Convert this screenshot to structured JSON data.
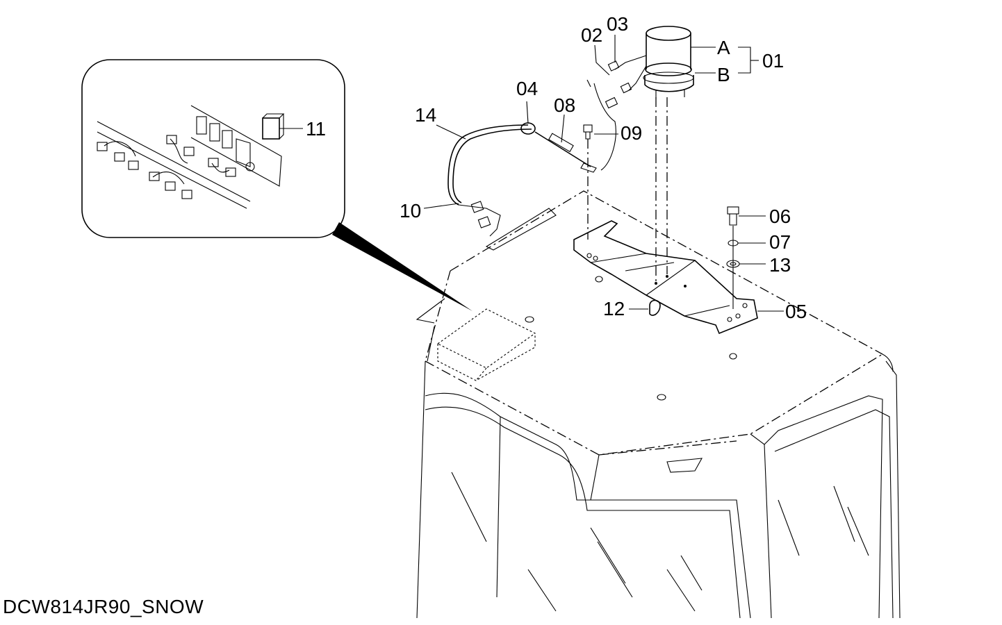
{
  "drawing_code": "DCW814JR90_SNOW",
  "part_labels": {
    "p01": "01",
    "p02": "02",
    "p03": "03",
    "p04": "04",
    "p05": "05",
    "p06": "06",
    "p07": "07",
    "p08": "08",
    "p09": "09",
    "p10": "10",
    "p11": "11",
    "p12": "12",
    "p13": "13",
    "p14": "14",
    "subA": "A",
    "subB": "B"
  }
}
